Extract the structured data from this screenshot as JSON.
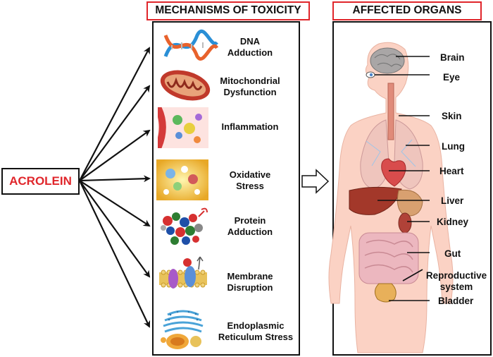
{
  "root": {
    "label": "ACROLEIN"
  },
  "mechanisms_header": "MECHANISMS OF TOXICITY",
  "organs_header": "AFFECTED ORGANS",
  "mechanisms": [
    {
      "label_line1": "DNA",
      "label_line2": "Adduction",
      "icon": "dna-helix-icon"
    },
    {
      "label_line1": "Mitochondrial",
      "label_line2": "Dysfunction",
      "icon": "mitochondrion-icon"
    },
    {
      "label_line1": "Inflammation",
      "label_line2": "",
      "icon": "inflammation-cells-icon"
    },
    {
      "label_line1": "Oxidative",
      "label_line2": "Stress",
      "icon": "oxidative-stress-icon"
    },
    {
      "label_line1": "Protein",
      "label_line2": "Adduction",
      "icon": "protein-structure-icon"
    },
    {
      "label_line1": "Membrane",
      "label_line2": "Disruption",
      "icon": "cell-membrane-icon"
    },
    {
      "label_line1": "Endoplasmic",
      "label_line2": "Reticulum Stress",
      "icon": "endoplasmic-reticulum-icon"
    }
  ],
  "organs": [
    {
      "label_line1": "Brain",
      "label_line2": ""
    },
    {
      "label_line1": "Eye",
      "label_line2": ""
    },
    {
      "label_line1": "Skin",
      "label_line2": ""
    },
    {
      "label_line1": "Lung",
      "label_line2": ""
    },
    {
      "label_line1": "Heart",
      "label_line2": ""
    },
    {
      "label_line1": "Liver",
      "label_line2": ""
    },
    {
      "label_line1": "Kidney",
      "label_line2": ""
    },
    {
      "label_line1": "Gut",
      "label_line2": ""
    },
    {
      "label_line1": "Reproductive",
      "label_line2": "system"
    },
    {
      "label_line1": "Bladder",
      "label_line2": ""
    }
  ],
  "colors": {
    "header_border": "#e0262b",
    "acrolein_text": "#e0262b",
    "arrow": "#111111"
  }
}
